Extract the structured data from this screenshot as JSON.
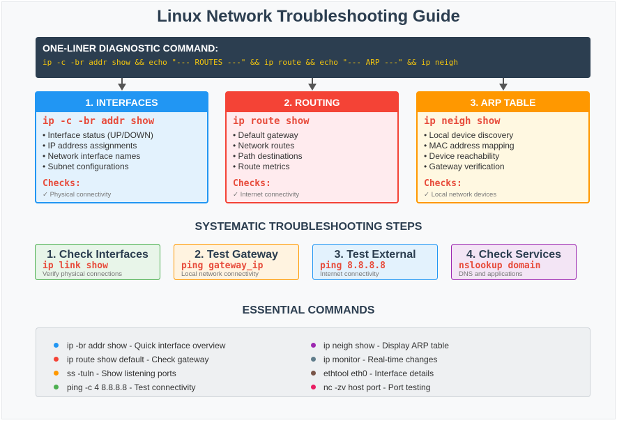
{
  "title": "Linux Network Troubleshooting Guide",
  "diagnostic": {
    "label": "ONE-LINER DIAGNOSTIC COMMAND:",
    "command": "ip -c -br addr show && echo \"--- ROUTES ---\" && ip route && echo \"--- ARP ---\" && ip neigh"
  },
  "cards": [
    {
      "header": "1. INTERFACES",
      "command": "ip -c -br addr show",
      "items": [
        "• Interface status (UP/DOWN)",
        "• IP address assignments",
        "• Network interface names",
        "• Subnet configurations"
      ],
      "checks_label": "Checks:",
      "checks_note": "✓ Physical connectivity",
      "accent": "#2196f3",
      "bg": "#e3f2fd",
      "cmd_color": "#e74c3c"
    },
    {
      "header": "2. ROUTING",
      "command": "ip route show",
      "items": [
        "• Default gateway",
        "• Network routes",
        "• Path destinations",
        "• Route metrics"
      ],
      "checks_label": "Checks:",
      "checks_note": "✓ Internet connectivity",
      "accent": "#f44336",
      "bg": "#ffebee",
      "cmd_color": "#e74c3c"
    },
    {
      "header": "3. ARP TABLE",
      "command": "ip neigh show",
      "items": [
        "• Local device discovery",
        "• MAC address mapping",
        "• Device reachability",
        "• Gateway verification"
      ],
      "checks_label": "Checks:",
      "checks_note": "✓ Local network devices",
      "accent": "#ff9800",
      "bg": "#fff8e1",
      "cmd_color": "#e74c3c"
    }
  ],
  "steps_title": "SYSTEMATIC TROUBLESHOOTING STEPS",
  "steps": [
    {
      "title": "1. Check Interfaces",
      "command": "ip link show",
      "note": "Verify physical connections",
      "border": "#4caf50",
      "bg": "#e8f5e9"
    },
    {
      "title": "2. Test Gateway",
      "command": "ping gateway_ip",
      "note": "Local network connectivity",
      "border": "#ff9800",
      "bg": "#fff3e0"
    },
    {
      "title": "3. Test External",
      "command": "ping 8.8.8.8",
      "note": "Internet connectivity",
      "border": "#2196f3",
      "bg": "#e3f2fd"
    },
    {
      "title": "4. Check Services",
      "command": "nslookup domain",
      "note": "DNS and applications",
      "border": "#9c27b0",
      "bg": "#f3e5f5"
    }
  ],
  "essential_title": "ESSENTIAL COMMANDS",
  "essential": {
    "left": [
      {
        "text": "ip -br addr show - Quick interface overview",
        "color": "#2196f3"
      },
      {
        "text": "ip route show default - Check gateway",
        "color": "#f44336"
      },
      {
        "text": "ss -tuln - Show listening ports",
        "color": "#ff9800"
      },
      {
        "text": "ping -c 4 8.8.8.8 - Test connectivity",
        "color": "#4caf50"
      }
    ],
    "right": [
      {
        "text": "ip neigh show - Display ARP table",
        "color": "#9c27b0"
      },
      {
        "text": "ip monitor - Real-time changes",
        "color": "#607d8b"
      },
      {
        "text": "ethtool eth0 - Interface details",
        "color": "#795548"
      },
      {
        "text": "nc -zv host port - Port testing",
        "color": "#e91e63"
      }
    ]
  }
}
